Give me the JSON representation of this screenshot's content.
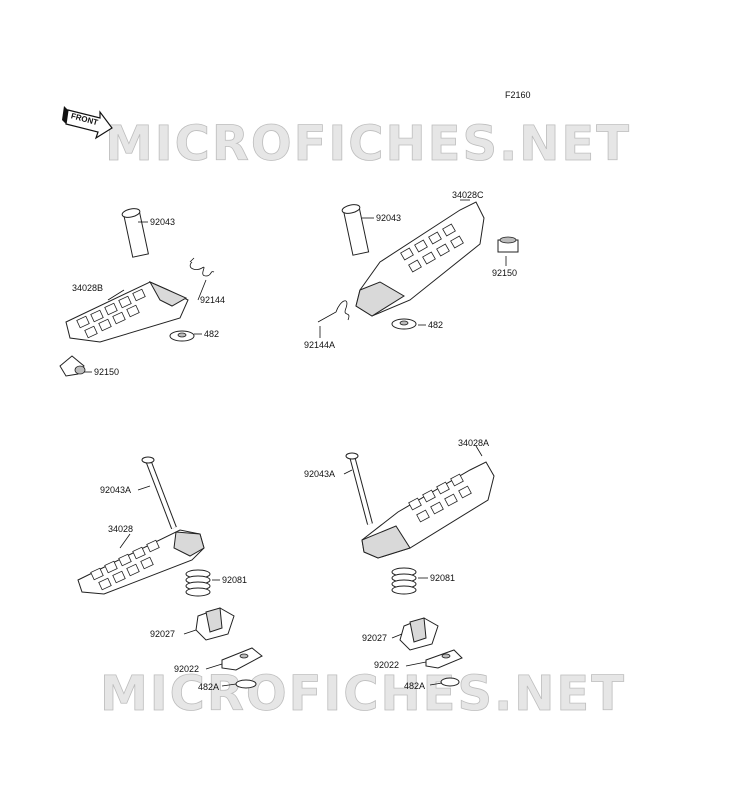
{
  "diagram_code": "F2160",
  "front_label": "FRONT",
  "watermark": "MICROFICHES.NET",
  "labels": {
    "a1": "92043",
    "a2": "92144",
    "a3": "34028B",
    "a4": "482",
    "a5": "92150",
    "b1": "34028C",
    "b2": "92043",
    "b3": "92150",
    "b4": "482",
    "b5": "92144A",
    "c1": "92043A",
    "c2": "34028",
    "c3": "92081",
    "c4": "92027",
    "c5": "92022",
    "c6": "482A",
    "d1": "34028A",
    "d2": "92043A",
    "d3": "92081",
    "d4": "92027",
    "d5": "92022",
    "d6": "482A"
  }
}
